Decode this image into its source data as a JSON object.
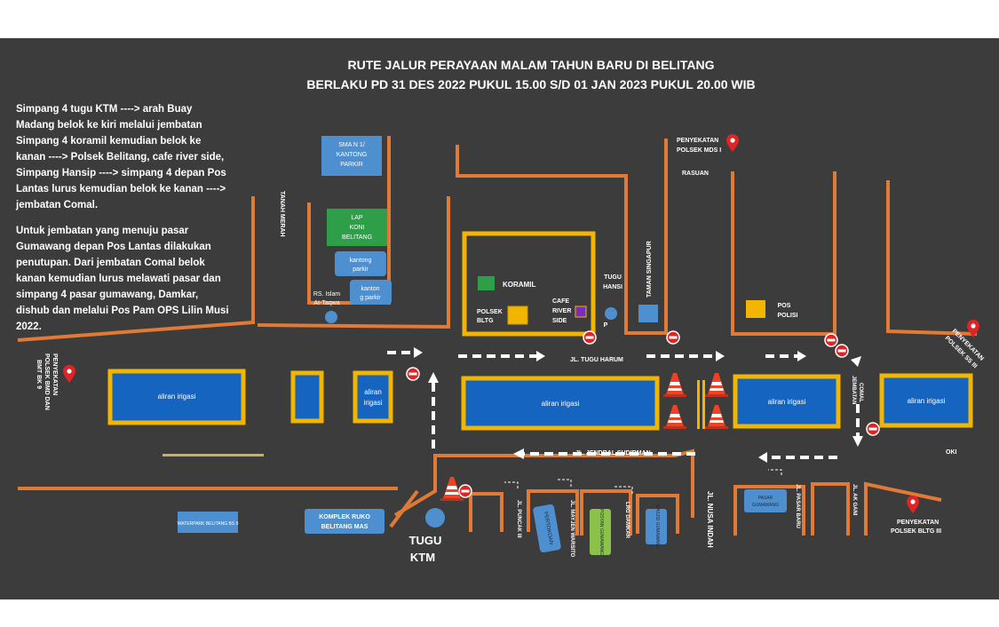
{
  "title": {
    "line1": "RUTE JALUR PERAYAAN MALAM TAHUN BARU DI BELITANG",
    "line2": "BERLAKU PD 31 DES 2022 PUKUL 15.00 S/D 01 JAN 2023 PUKUL 20.00 WIB"
  },
  "description": {
    "para1": [
      "Simpang 4 tugu KTM ----> arah Buay",
      "Madang belok ke kiri melalui jembatan",
      "Simpang 4 koramil kemudian belok ke",
      "kanan ----> Polsek Belitang, cafe river side,",
      "Simpang Hansip ----> simpang 4 depan Pos",
      "Lantas lurus kemudian belok ke kanan ---->",
      "jembatan Comal."
    ],
    "para2": [
      "Untuk jembatan yang menuju pasar",
      "Gumawang depan Pos Lantas dilakukan",
      "penutupan. Dari jembatan Comal belok",
      "kanan kemudian lurus melawati pasar dan",
      "simpang 4 pasar gumawang, Damkar,",
      "dishub dan melalui Pos Pam OPS Lilin Musi",
      "2022."
    ]
  },
  "buildings": {
    "sman1": [
      "SMA N 1/",
      "KANTONG",
      "PARKIR"
    ],
    "lap_koni": [
      "LAP",
      "KONI",
      "BELITANG"
    ],
    "kantong1": [
      "kantong",
      "parkir"
    ],
    "kantong2": [
      "kanton",
      "g parkir"
    ],
    "rs_islam": [
      "RS. Islam",
      "At-Taqwa"
    ],
    "koramil": "KORAMIL",
    "polsek_bltg": [
      "POLSEK",
      "BLTG"
    ],
    "cafe": [
      "CAFE",
      "RIVER",
      "SIDE"
    ],
    "tugu_hansip": [
      "TUGU",
      "HANSI",
      "P"
    ],
    "pos_polisi": [
      "POS",
      "POLISI"
    ],
    "waterpark": "WATERPARK BELITANG BS 9",
    "komplek_ruko": [
      "KOMPLEK RUKO",
      "BELITANG MAS"
    ],
    "tugu_ktm": [
      "TUGU",
      "KTM"
    ],
    "pertokoan": "PERTOKOAN",
    "posyan": "POSYAN GUMAWANG",
    "masjid": "MASJID GUMAWANG",
    "pasar": [
      "PASAR",
      "GUMAWANG"
    ]
  },
  "irrigation": {
    "label": "aliran irigasi",
    "small": [
      "aliran",
      "irigasi"
    ]
  },
  "streets": {
    "tanah_merah": "TANAH MERAH",
    "taman_singapur": "TAMAN SINGAPUR",
    "rasuan": "RASUAN",
    "tugu_harum": "JL. TUGU HARUM",
    "jendral_sudirman": "JL. JENDRAL SUDIRMAN",
    "nusa_indah": "JL. NUSA INDAH",
    "puncak": "JL. PUNCAK III",
    "mayjen": "JL. MAYJEN WARSITO",
    "damkar": "LRG DAMKAR",
    "pasar_baru": "JL. PASAR BARU",
    "ak_gani": "JL. AK GANI",
    "jembatan_comal": [
      "JEMBATAN",
      "COMAL"
    ],
    "oki": "OKI"
  },
  "checkpoints": {
    "mds": [
      "PENYEKATAN",
      "POLSEK MDS I"
    ],
    "bmd": [
      "PENYEKATAN",
      "POLSEK BMD DAN",
      "BMT BK 9"
    ],
    "ss3": [
      "PENYEKATAN",
      "POLSEK SS III"
    ],
    "bltg3": [
      "PENYEKATAN",
      "POLSEK BLTG III"
    ]
  },
  "colors": {
    "background": "#3c3c3c",
    "road": "#e07a36",
    "irrigation": "#1565c0",
    "irrigation_border": "#f2b500",
    "building": "#4e8fd0",
    "green": "#2e9e48",
    "marker": "#e02424",
    "arrow": "#ffffff"
  },
  "icons": [
    "no-entry-icon",
    "traffic-cone-icon",
    "map-pin-icon",
    "dashed-arrow-icon"
  ]
}
